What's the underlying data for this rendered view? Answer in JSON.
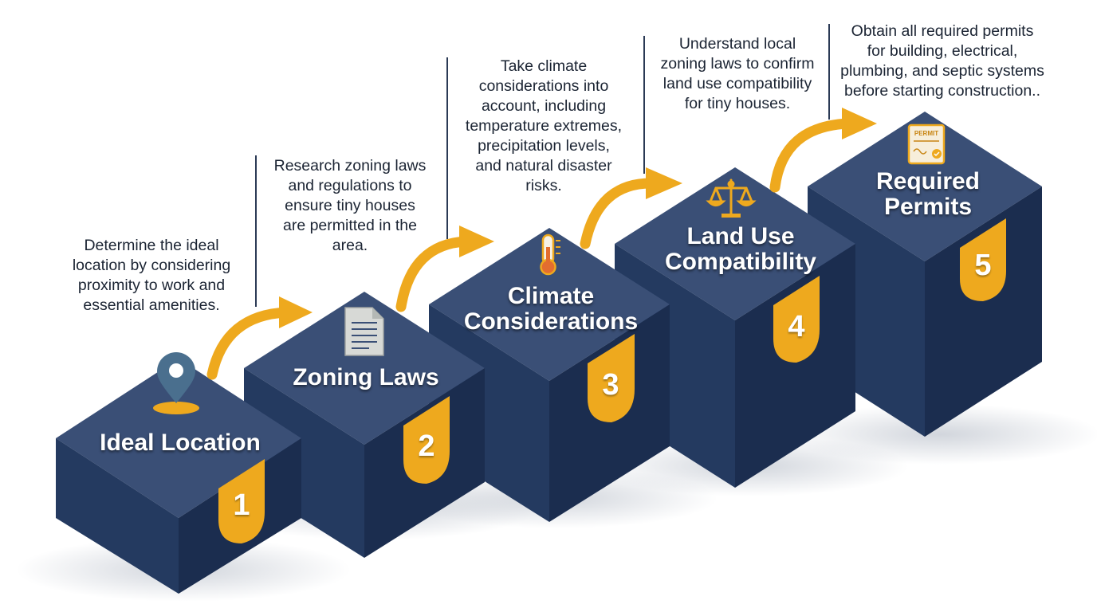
{
  "colors": {
    "block_top": "#3a4f76",
    "block_left": "#243a60",
    "block_right": "#1b2d4f",
    "accent_gold": "#eea91e",
    "text_dark": "#1b2433",
    "title_white": "#ffffff"
  },
  "steps": [
    {
      "number": "1",
      "title": "Ideal Location",
      "description": "Determine the ideal\nlocation by considering\nproximity to work and\nessential amenities.",
      "icon": "map-pin-icon"
    },
    {
      "number": "2",
      "title": "Zoning Laws",
      "description": "Research zoning laws\nand regulations to\nensure tiny houses\nare permitted in the\narea.",
      "icon": "document-icon"
    },
    {
      "number": "3",
      "title": "Climate\nConsiderations",
      "description": "Take climate\nconsiderations into\naccount, including\ntemperature extremes,\nprecipitation levels,\nand natural disaster\nrisks.",
      "icon": "thermometer-icon"
    },
    {
      "number": "4",
      "title": "Land Use\nCompatibility",
      "description": "Understand local\nzoning laws to confirm\nland use compatibility\nfor tiny houses.",
      "icon": "scales-icon"
    },
    {
      "number": "5",
      "title": "Required\nPermits",
      "description": "Obtain all required permits\nfor building, electrical,\nplumbing, and septic systems\nbefore starting construction..",
      "icon": "permit-certificate-icon",
      "icon_text": "PERMIT"
    }
  ]
}
